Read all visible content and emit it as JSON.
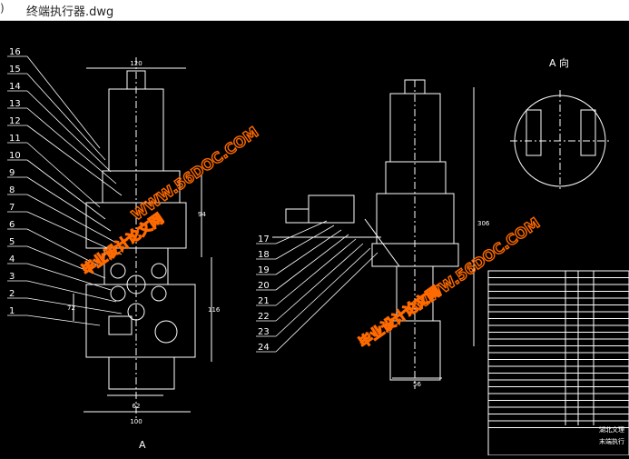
{
  "window": {
    "title": "终端执行器.dwg",
    "control_glyph": ")"
  },
  "drawing": {
    "view_label_top": "A 向",
    "view_label_bottom": "A",
    "leaders_left": [
      "16",
      "15",
      "14",
      "13",
      "12",
      "11",
      "10",
      "9",
      "8",
      "7",
      "6",
      "5",
      "4",
      "3",
      "2",
      "1"
    ],
    "leaders_mid": [
      "17",
      "18",
      "19",
      "20",
      "21",
      "22",
      "23",
      "24"
    ],
    "dims": {
      "top_width": "120",
      "right_height": "306",
      "mid_width": "62",
      "bottom_width": "100",
      "side_height": "94",
      "side_height2": "116",
      "left_small": "72",
      "right_small": "56"
    },
    "watermarks": [
      "毕业设计论文网",
      "WWW.56DOC.COM"
    ],
    "title_block": {
      "drawing_name": "末端执行",
      "school": "湖北文理"
    }
  },
  "colors": {
    "line": "#ffffff",
    "accent_yellow": "#f0f000",
    "accent_red": "#ff3030",
    "watermark": "#ff6a00"
  }
}
